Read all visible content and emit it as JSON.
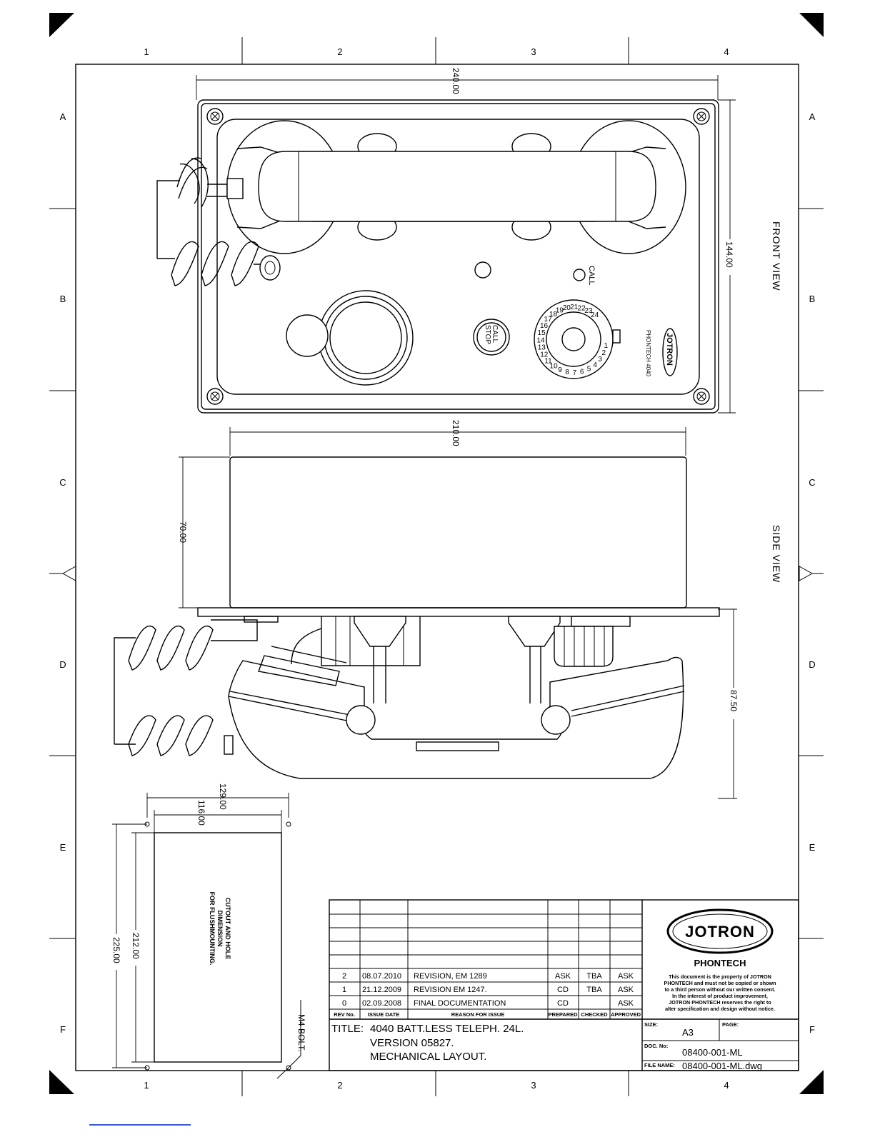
{
  "grid": {
    "columns": [
      "1",
      "2",
      "3",
      "4"
    ],
    "rows": [
      "A",
      "B",
      "C",
      "D",
      "E",
      "F"
    ]
  },
  "views": {
    "front": "FRONT VIEW",
    "side": "SIDE VIEW"
  },
  "dimensions": {
    "front_width": "240.00",
    "front_height": "144.00",
    "side_width": "210.00",
    "side_depth": "70.00",
    "side_total": "87.50",
    "cutout_outer_w": "129.00",
    "cutout_inner_w": "116.00",
    "cutout_inner_h": "212.00",
    "cutout_outer_h": "225.00"
  },
  "panel": {
    "call_label": "CALL",
    "call_stop_1": "CALL",
    "call_stop_2": "STOP",
    "brand_small": "JOTRON",
    "model": "PHONTECH 4040",
    "dial_numbers": [
      "1",
      "2",
      "3",
      "4",
      "5",
      "6",
      "7",
      "8",
      "9",
      "10",
      "11",
      "12",
      "13",
      "14",
      "15",
      "16",
      "17",
      "18",
      "19",
      "20",
      "21",
      "22",
      "23",
      "24"
    ]
  },
  "cutout": {
    "line1": "CUTOUT AND HOLE",
    "line2": "DIMENSION",
    "line3": "FOR FLUSHMOUNTING.",
    "bolt": "M4 BOLT."
  },
  "revisions": {
    "headers": [
      "REV No.",
      "ISSUE DATE",
      "REASON FOR ISSUE",
      "PREPARED",
      "CHECKED",
      "APPROVED"
    ],
    "rows": [
      {
        "rev": "2",
        "date": "08.07.2010",
        "reason": "REVISION, EM 1289",
        "prepared": "ASK",
        "checked": "TBA",
        "approved": "ASK"
      },
      {
        "rev": "1",
        "date": "21.12.2009",
        "reason": "REVISION EM 1247.",
        "prepared": "CD",
        "checked": "TBA",
        "approved": "ASK"
      },
      {
        "rev": "0",
        "date": "02.09.2008",
        "reason": "FINAL DOCUMENTATION",
        "prepared": "CD",
        "checked": "",
        "approved": "ASK"
      }
    ]
  },
  "title_block": {
    "title_label": "TITLE:",
    "title_1": "4040 BATT.LESS TELEPH. 24L.",
    "title_2": "VERSION 05827.",
    "title_3": "MECHANICAL LAYOUT.",
    "logo": "JOTRON",
    "company": "PHONTECH",
    "notice": [
      "This document is the property of JOTRON",
      "PHONTECH and must not be copied or shown",
      "to a third person without our written consent.",
      "In the interest of product improvement,",
      "JOTRON PHONTECH reserves the right to",
      "alter specification and design without notice."
    ],
    "size_label": "SIZE:",
    "size_value": "A3",
    "page_label": "PAGE:",
    "doc_label": "DOC. No:",
    "doc_value": "08400-001-ML",
    "file_label": "FILE NAME:",
    "file_value": "08400-001-ML.dwg"
  }
}
